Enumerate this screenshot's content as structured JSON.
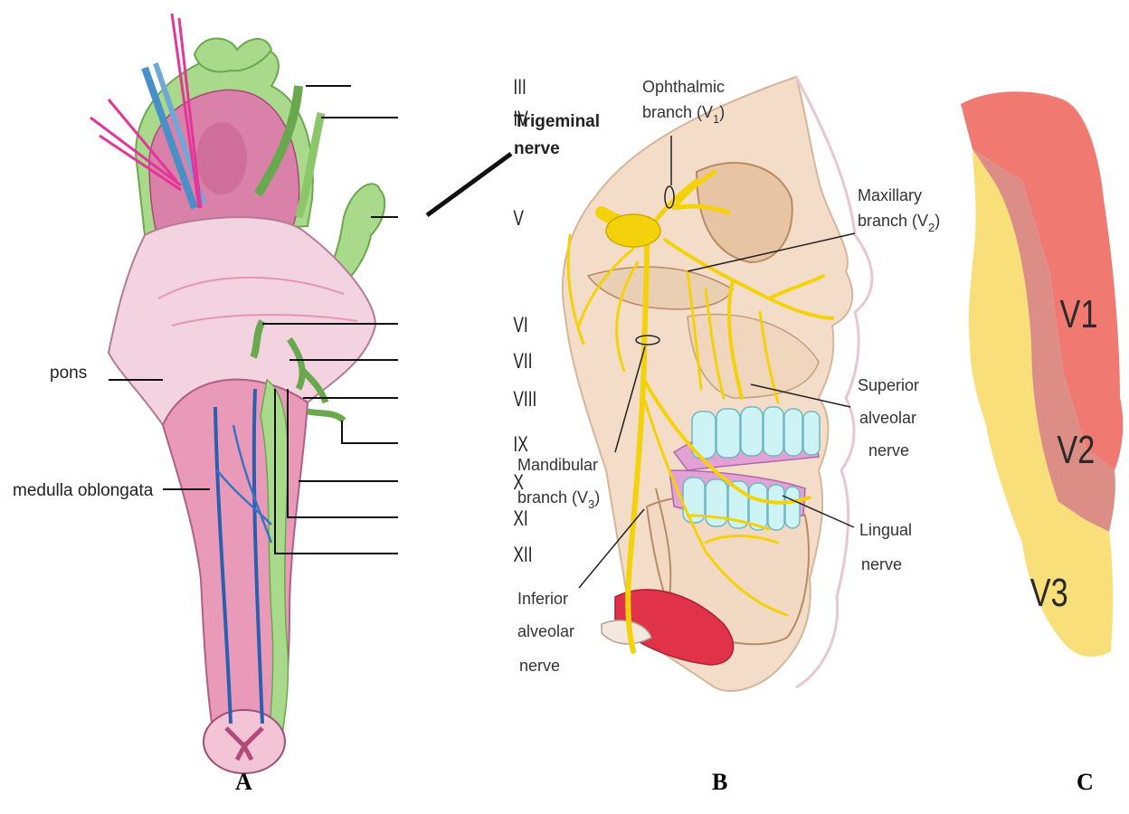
{
  "panel_a": {
    "cranial_nerves": [
      "III",
      "IV",
      "V",
      "VI",
      "VII",
      "VIII",
      "IX",
      "X",
      "XI",
      "XII"
    ],
    "pons_label": "pons",
    "medulla_label": "medulla oblongata",
    "caption": "A"
  },
  "panel_b": {
    "trigeminal_line1": "Trigeminal",
    "trigeminal_line2": "nerve",
    "ophthalmic_line1": "Ophthalmic",
    "ophthalmic_line2": "branch (V",
    "ophthalmic_sub": "1",
    "maxillary_line1": "Maxillary",
    "maxillary_line2": "branch (V",
    "maxillary_sub": "2",
    "mandibular_line1": "Mandibular",
    "mandibular_line2": "branch (V",
    "mandibular_sub": "3",
    "superior_line1": "Superior",
    "superior_line2": "alveolar",
    "superior_line3": "nerve",
    "lingual_line1": "Lingual",
    "lingual_line2": "nerve",
    "inferior_line1": "Inferior",
    "inferior_line2": "alveolar",
    "inferior_line3": "nerve",
    "caption": "B"
  },
  "panel_c": {
    "zones": [
      "V1",
      "V2",
      "V3"
    ],
    "colors": {
      "v1": "#f07a72",
      "v2": "#dc8e86",
      "v3": "#f9df7a"
    },
    "caption": "C"
  }
}
